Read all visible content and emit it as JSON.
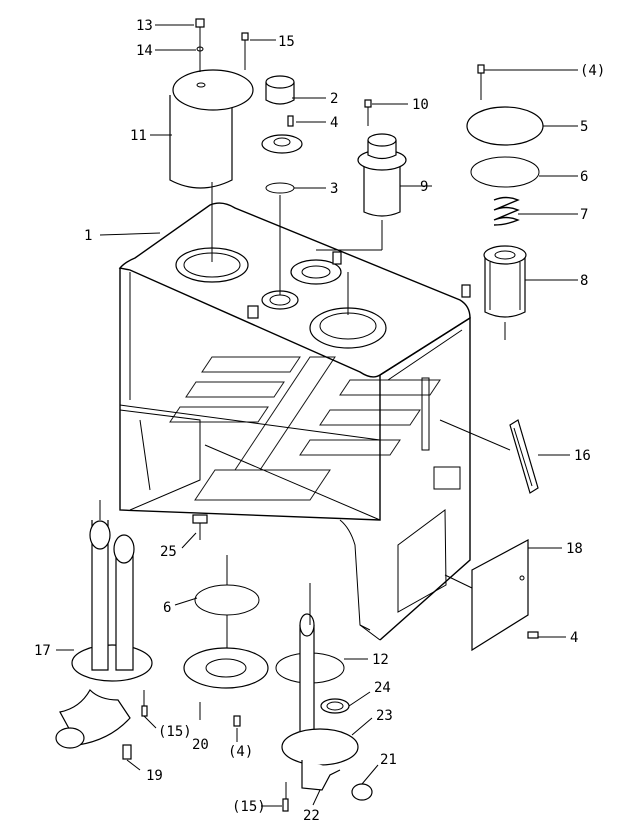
{
  "diagram": {
    "callouts": [
      {
        "id": "c1",
        "text": "1"
      },
      {
        "id": "c2",
        "text": "2"
      },
      {
        "id": "c3",
        "text": "3"
      },
      {
        "id": "c4a",
        "text": "4"
      },
      {
        "id": "c4b",
        "text": "(4)"
      },
      {
        "id": "c4c",
        "text": "4"
      },
      {
        "id": "c4d",
        "text": "(4)"
      },
      {
        "id": "c5",
        "text": "5"
      },
      {
        "id": "c6a",
        "text": "6"
      },
      {
        "id": "c6b",
        "text": "6"
      },
      {
        "id": "c7",
        "text": "7"
      },
      {
        "id": "c8",
        "text": "8"
      },
      {
        "id": "c9",
        "text": "9"
      },
      {
        "id": "c10",
        "text": "10"
      },
      {
        "id": "c11",
        "text": "11"
      },
      {
        "id": "c12",
        "text": "12"
      },
      {
        "id": "c13",
        "text": "13"
      },
      {
        "id": "c14",
        "text": "14"
      },
      {
        "id": "c15a",
        "text": "15"
      },
      {
        "id": "c15b",
        "text": "(15)"
      },
      {
        "id": "c15c",
        "text": "(15)"
      },
      {
        "id": "c16",
        "text": "16"
      },
      {
        "id": "c17",
        "text": "17"
      },
      {
        "id": "c18",
        "text": "18"
      },
      {
        "id": "c19",
        "text": "19"
      },
      {
        "id": "c20",
        "text": "20"
      },
      {
        "id": "c21",
        "text": "21"
      },
      {
        "id": "c22",
        "text": "22"
      },
      {
        "id": "c23",
        "text": "23"
      },
      {
        "id": "c24",
        "text": "24"
      },
      {
        "id": "c25",
        "text": "25"
      }
    ]
  }
}
